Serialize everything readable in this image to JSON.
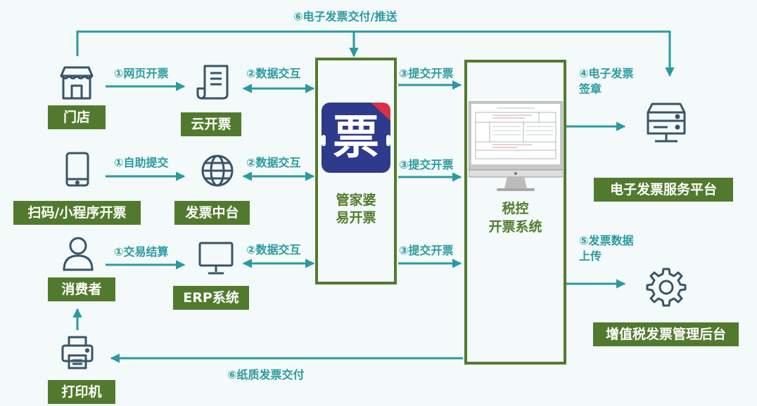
{
  "nodes": {
    "store": "门店",
    "cloud_invoice": "云开票",
    "scan_code": "扫码/小程序开票",
    "invoice_middle": "发票中台",
    "consumer": "消费者",
    "erp": "ERP系统",
    "printer": "打印机",
    "guanjia_line1": "管家婆",
    "guanjia_line2": "易开票",
    "guanjia_logo_char": "票",
    "tax_line1": "税控",
    "tax_line2": "开票系统",
    "e_invoice_platform": "电子发票服务平台",
    "vat_backend": "增值税发票管理后台"
  },
  "flows": {
    "top_delivery": "⑥电子发票交付/推送",
    "web_invoice": "①网页开票",
    "self_submit": "①自助提交",
    "trade_settle": "①交易结算",
    "data_exchange_1": "②数据交互",
    "data_exchange_2": "②数据交互",
    "data_exchange_3": "②数据交互",
    "submit_1": "③提交开票",
    "submit_2": "③提交开票",
    "submit_3": "③提交开票",
    "sign_line1": "④电子发票",
    "sign_line2": "签章",
    "upload_line1": "⑤发票数据",
    "upload_line2": "上传",
    "paper_delivery": "⑥纸质发票交付"
  },
  "colors": {
    "label_bg": "#527a2e",
    "arrow": "#2b9aa0",
    "icon": "#3a5468",
    "logo_bg": "#2e3a8c",
    "logo_accent": "#d9304a"
  },
  "icons": [
    "store-icon",
    "document-icon",
    "tablet-icon",
    "globe-icon",
    "person-icon",
    "monitor-icon",
    "printer-icon",
    "server-icon",
    "gear-icon",
    "invoice-logo-icon",
    "imac-icon"
  ]
}
